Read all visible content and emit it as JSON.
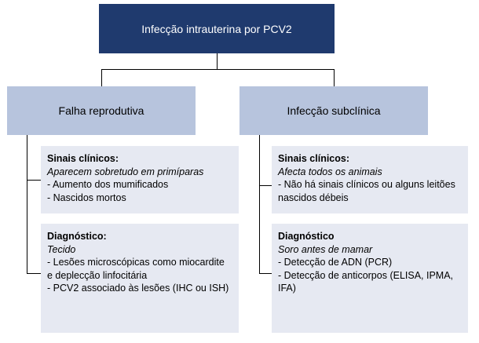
{
  "root": {
    "label": "Infecção intrauterina por PCV2"
  },
  "branches": [
    {
      "label": "Falha reprodutiva",
      "details": [
        {
          "heading": "Sinais clínicos:",
          "subheading": "Aparecem sobretudo em primíparas",
          "items": [
            "- Aumento dos mumificados",
            "- Nascidos mortos"
          ]
        },
        {
          "heading": "Diagnóstico:",
          "subheading": "Tecido",
          "items": [
            "- Lesões microscópicas como miocardite e deplecção linfocitária",
            "- PCV2 associado às lesões (IHC ou ISH)"
          ]
        }
      ]
    },
    {
      "label": "Infecção subclínica",
      "details": [
        {
          "heading": "Sinais clínicos:",
          "subheading": "Afecta todos os animais",
          "items": [
            "- Não há sinais clínicos ou alguns leitões nascidos débeis"
          ]
        },
        {
          "heading": "Diagnóstico",
          "subheading": "Soro antes de mamar",
          "items": [
            "- Detecção de ADN (PCR)",
            "- Detecção de anticorpos (ELISA, IPMA, IFA)"
          ]
        }
      ]
    }
  ],
  "colors": {
    "root_fill": "#1f3a6e",
    "branch_fill": "#b7c4dd",
    "detail_fill": "#e6e9f2",
    "connector": "#000000"
  }
}
